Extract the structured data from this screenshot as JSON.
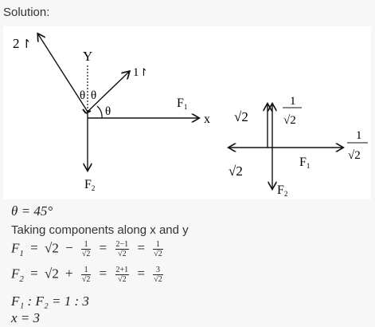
{
  "heading": "Solution:",
  "figure": {
    "left": {
      "label_2N": "2",
      "label_2N_arrow": "↾",
      "label_Y": "Y",
      "label_1N": "1",
      "label_1N_arrow": "↾",
      "label_theta_a": "θ",
      "label_theta_b": "θ",
      "label_theta_c": "θ",
      "label_F1": "F",
      "label_F1_sub": "1",
      "label_x": "x",
      "label_F2": "F",
      "label_F2_sub": "2"
    },
    "right": {
      "sqrt2_top": "√2",
      "frac_top_num": "1",
      "frac_top_den": "√2",
      "sqrt2_left": "√2",
      "label_F1": "F",
      "label_F1_sub": "1",
      "frac_right_num": "1",
      "frac_right_den": "√2",
      "label_F2": "F",
      "label_F2_sub": "2"
    }
  },
  "lines": {
    "theta": "θ = 45°",
    "taking": "Taking components along x and y",
    "f1": {
      "lhs": "F",
      "lhs_sub": "1",
      "eq": "=",
      "a": "√2",
      "minus": "−",
      "frac1_num": "1",
      "frac1_den": "√2",
      "eq2": "=",
      "frac2_num": "2−1",
      "frac2_den": "√2",
      "eq3": "=",
      "frac3_num": "1",
      "frac3_den": "√2"
    },
    "f2": {
      "lhs": "F",
      "lhs_sub": "2",
      "eq": "=",
      "a": "√2",
      "plus": "+",
      "frac1_num": "1",
      "frac1_den": "√2",
      "eq2": "=",
      "frac2_num": "2+1",
      "frac2_den": "√2",
      "eq3": "=",
      "frac3_num": "3",
      "frac3_den": "√2"
    },
    "ratio": "F₁ : F₂ = 1 : 3",
    "x": "x = 3"
  }
}
